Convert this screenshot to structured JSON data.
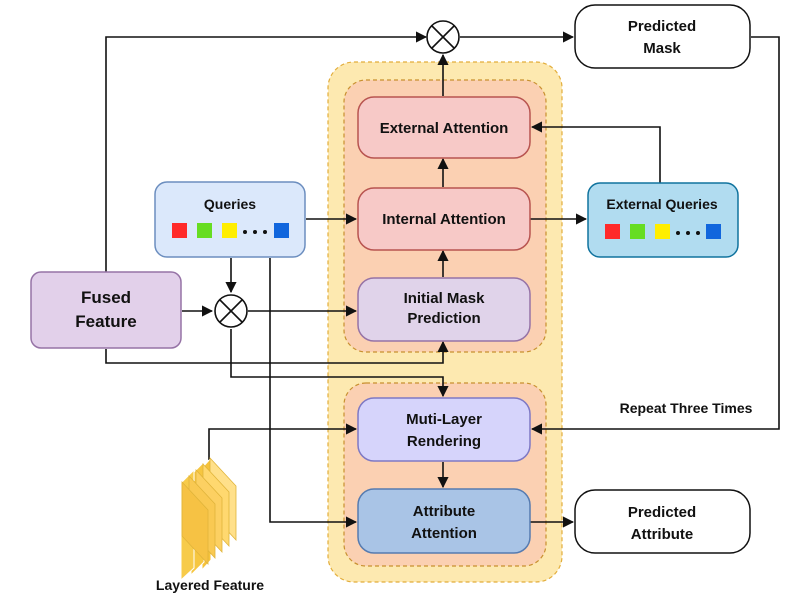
{
  "nodes": {
    "predicted_mask": [
      "Predicted",
      "Mask"
    ],
    "external_attention": "External Attention",
    "internal_attention": "Internal Attention",
    "initial_mask": [
      "Initial Mask",
      "Prediction"
    ],
    "queries": "Queries",
    "external_queries": "External Queries",
    "fused_feature": [
      "Fused",
      "Feature"
    ],
    "multi_layer": [
      "Muti-Layer",
      "Rendering"
    ],
    "attribute_attention": [
      "Attribute",
      "Attention"
    ],
    "predicted_attribute": [
      "Predicted",
      "Attribute"
    ],
    "layered_feature": "Layered Feature",
    "repeat_label": "Repeat Three Times"
  },
  "colors": {
    "outer_block_fill": "#fde9b0",
    "outer_block_stroke": "#e2ad3b",
    "inner_block_fill": "#fbd0b2",
    "inner_block_stroke": "#c8902f",
    "attention_fill": "#f7c9c7",
    "attention_stroke": "#b85450",
    "queries_fill": "#dbe8fb",
    "queries_stroke": "#6c8ebf",
    "external_queries_fill": "#b1dcf0",
    "external_queries_stroke": "#10739e",
    "mask_fill": "#e0d3ea",
    "mask_stroke": "#9673a6",
    "fused_fill": "#e2d0ea",
    "rendering_fill": "#d6d4fb",
    "rendering_stroke": "#7e78c4",
    "attribute_fill": "#a9c4e6",
    "attribute_stroke": "#567bb0",
    "token_colors": [
      "#ff2a2a",
      "#66dd22",
      "#ffee00",
      "#1166dd"
    ]
  }
}
